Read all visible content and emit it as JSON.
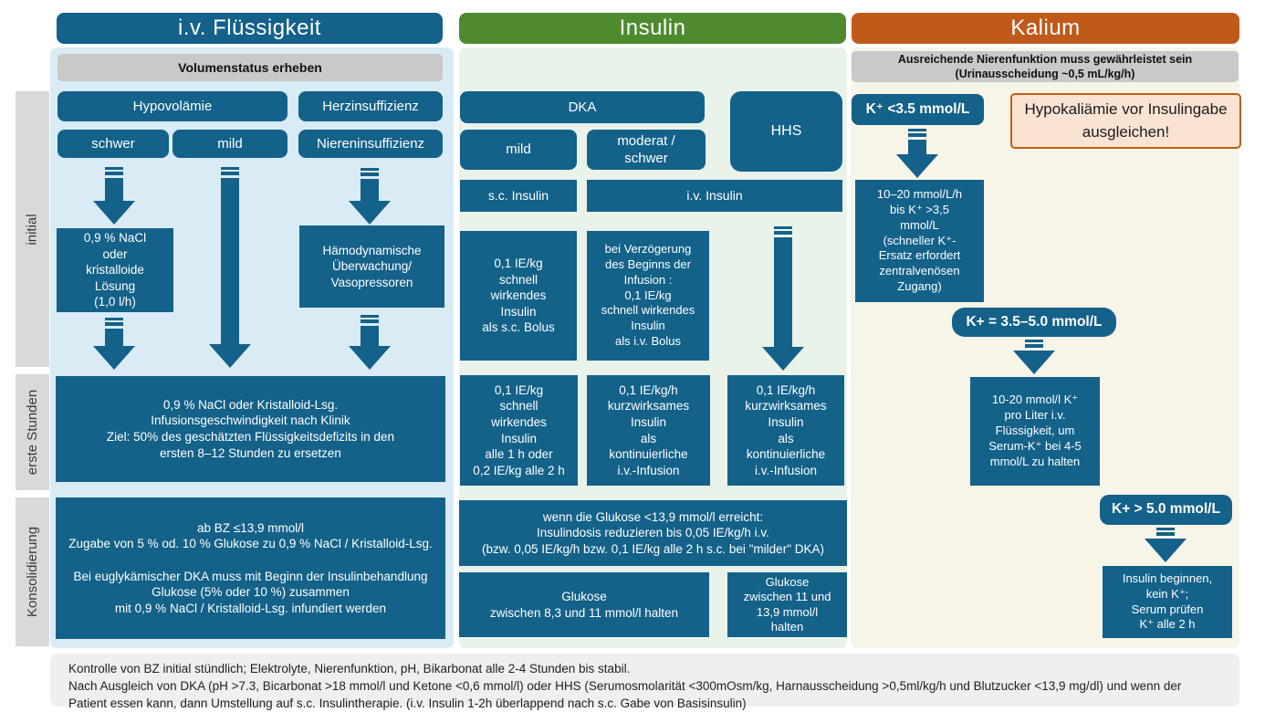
{
  "palette": {
    "teal": "#14618a",
    "green_header": "#4e8b2f",
    "orange_header": "#c05a1a",
    "panel_blue": "#d9ecf6",
    "panel_green": "#e9f3ea",
    "panel_cream": "#f7f4e8",
    "gray_bar": "#c9c9c9",
    "sidebar_gray": "#d9d9d9",
    "footer_gray": "#efefef",
    "warning_bg": "#fbe3d3",
    "warning_border": "#c55a11"
  },
  "phases": {
    "initial": "initial",
    "early": "erste Stunden",
    "consolidation": "Konsolidierung"
  },
  "fluid": {
    "header": "i.v. Flüssigkeit",
    "subheader": "Volumenstatus erheben",
    "hypovolemia": "Hypovolämie",
    "heart_failure": "Herzinsuffizienz",
    "severe": "schwer",
    "mild": "mild",
    "renal_failure": "Niereninsuffizienz",
    "nacl_box": "0,9 % NaCl\noder\nkristalloide\nLösung\n(1,0 l/h)",
    "hemodynamic_box": "Hämodynamische\nÜberwachung/\nVasopressoren",
    "early_box": "0,9 % NaCl oder Kristalloid-Lsg.\nInfusionsgeschwindigkeit nach Klinik\nZiel: 50% des geschätzten Flüssigkeitsdefizits in den\nersten 8–12 Stunden zu ersetzen",
    "consolidation_box": "ab BZ ≤13,9 mmol/l\nZugabe von 5 % od. 10 % Glukose zu 0,9 % NaCl / Kristalloid-Lsg.\n\nBei euglykämischer DKA muss mit Beginn der Insulinbehandlung\nGlukose (5% oder 10 %) zusammen\nmit 0,9 % NaCl / Kristalloid-Lsg. infundiert werden"
  },
  "insulin": {
    "header": "Insulin",
    "dka": "DKA",
    "hhs": "HHS",
    "mild": "mild",
    "moderate_severe": "moderat /\nschwer",
    "sc_insulin": "s.c. Insulin",
    "iv_insulin": "i.v. Insulin",
    "initial_sc_box": "0,1 IE/kg\nschnell\nwirkendes\nInsulin\nals s.c. Bolus",
    "initial_iv_box": "bei Verzögerung\ndes Beginns der\nInfusion :\n0,1 IE/kg\nschnell wirkendes\nInsulin\nals i.v. Bolus",
    "early_sc_box": "0,1 IE/kg\nschnell\nwirkendes\nInsulin\nalle 1 h oder\n0,2 IE/kg alle 2 h",
    "early_iv_box": "0,1 IE/kg/h\nkurzwirksames\nInsulin\nals\nkontinuierliche\ni.v.-Infusion",
    "early_hhs_box": "0,1 IE/kg/h\nkurzwirksames\nInsulin\nals\nkontinuierliche\ni.v.-Infusion",
    "consolidation_box": "wenn die Glukose <13,9 mmol/l erreicht:\nInsulindosis reduzieren bis 0,05 IE/kg/h i.v.\n(bzw. 0,05 IE/kg/h bzw. 0,1 IE/kg alle 2 h s.c. bei \"milder\" DKA)",
    "glucose_dka_box": "Glukose\nzwischen 8,3 und 11 mmol/l halten",
    "glucose_hhs_box": "Glukose\nzwischen 11 und\n13,9 mmol/l\nhalten"
  },
  "potassium": {
    "header": "Kalium",
    "subheader": "Ausreichende Nierenfunktion muss gewährleistet sein\n(Urinausscheidung ~0,5 mL/kg/h)",
    "low_label": "K⁺ <3.5 mmol/L",
    "warning": "Hypokaliämie vor Insulingabe\nausgleichen!",
    "low_box": "10–20 mmol/L/h\nbis K⁺ >3,5\nmmol/L\n(schneller K⁺-\nErsatz erfordert\nzentralvenösen\nZugang)",
    "normal_label": "K+ = 3.5–5.0 mmol/L",
    "normal_box": "10-20 mmol/l K⁺\npro Liter i.v.\nFlüssigkeit, um\nSerum-K⁺ bei 4-5\nmmol/L zu halten",
    "high_label": "K+ > 5.0 mmol/L",
    "high_box": "Insulin beginnen,\nkein K⁺;\nSerum prüfen\nK⁺ alle 2 h"
  },
  "footer": {
    "line1": "Kontrolle von BZ initial stündlich; Elektrolyte, Nierenfunktion, pH, Bikarbonat alle 2-4 Stunden bis stabil.",
    "line2": "Nach Ausgleich von DKA (pH >7.3, Bicarbonat >18 mmol/l und Ketone <0,6 mmol/l) oder HHS (Serumosmolarität <300mOsm/kg, Harnausscheidung >0,5ml/kg/h und Blutzucker <13,9 mg/dl) und wenn der",
    "line3": "Patient essen kann, dann Umstellung auf s.c. Insulintherapie. (i.v. Insulin 1-2h überlappend nach s.c. Gabe von Basisinsulin)"
  }
}
